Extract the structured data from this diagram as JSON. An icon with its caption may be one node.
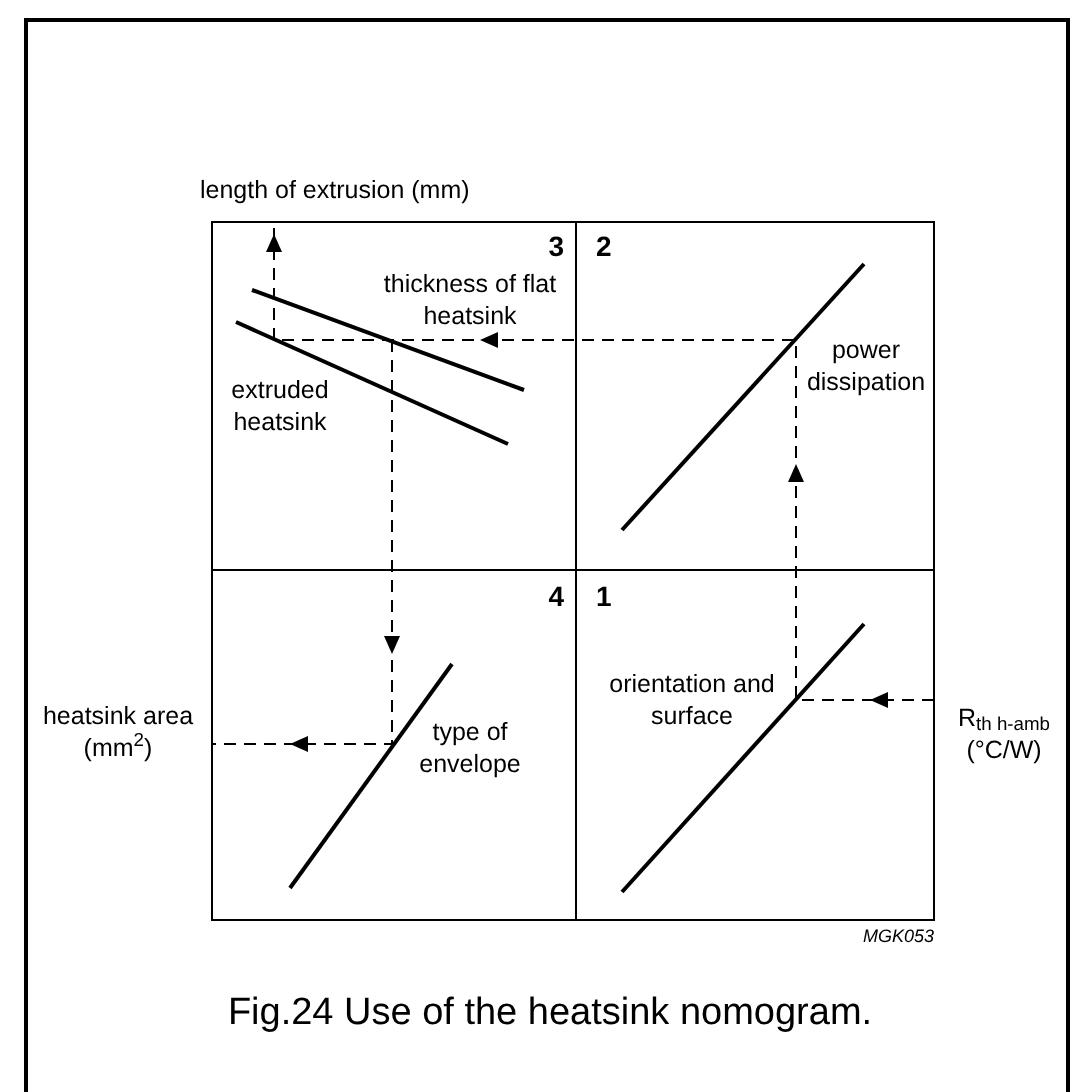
{
  "diagram": {
    "caption": "Fig.24  Use of the heatsink nomogram.",
    "labels": [
      "length of extrusion (mm)",
      "3",
      "2",
      "thickness of flat heatsink",
      "power dissipation",
      "extruded heatsink",
      "4",
      "1",
      "orientation and surface",
      "heatsink area (mm$^{2}$)",
      "type of envelope",
      "R$_{th h-amb}$ (°C/W)",
      "MGK053"
    ]
  }
}
